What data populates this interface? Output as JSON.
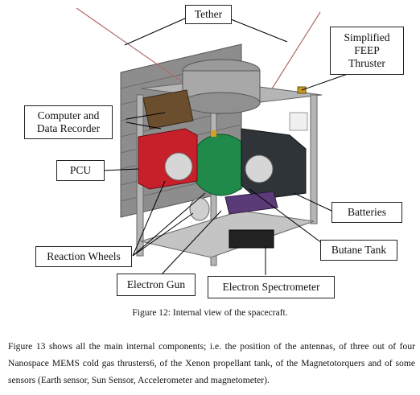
{
  "figure": {
    "labels": {
      "tether": "Tether",
      "feep": "Simplified\nFEEP\nThruster",
      "computer": "Computer and\nData Recorder",
      "pcu": "PCU",
      "batteries": "Batteries",
      "reaction_wheels": "Reaction Wheels",
      "butane_tank": "Butane Tank",
      "electron_gun": "Electron Gun",
      "electron_spectrometer": "Electron Spectrometer"
    }
  },
  "caption": "Figure 12: Internal view of the spacecraft.",
  "paragraph": "Figure 13 shows all the main internal components; i.e. the position of the antennas, of three out of four Nanospace MEMS cold gas thrusters6, of the Xenon propellant tank, of the Magnetotorquers and of some sensors (Earth sensor, Sun Sensor, Accelerometer and magnetometer)."
}
